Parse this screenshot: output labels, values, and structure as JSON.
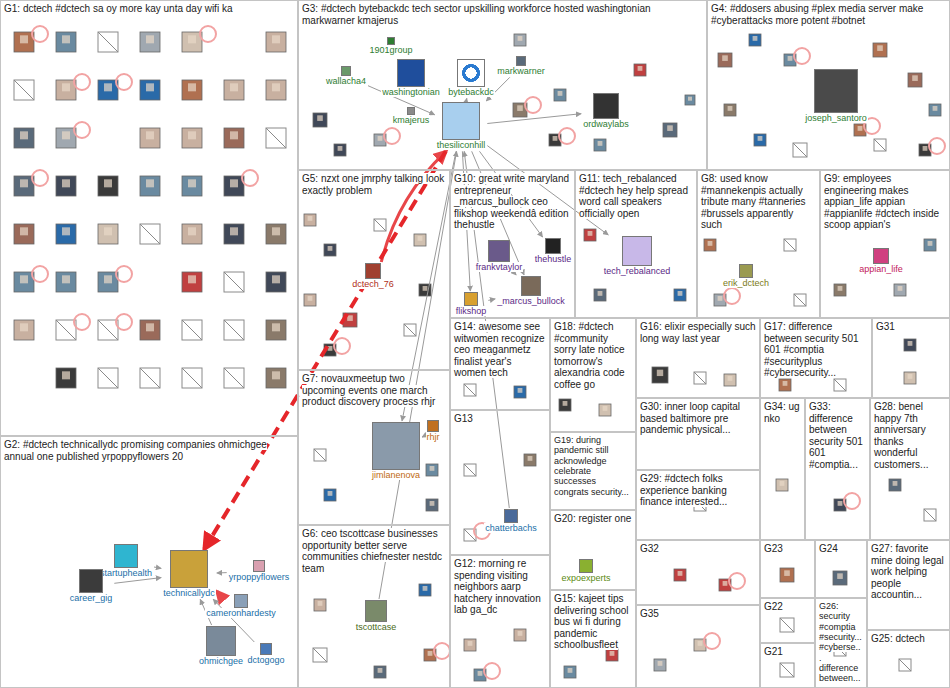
{
  "diagram": {
    "nodes": [
      {
        "text": [
          "G1: dctech #dctech sa oy more kay unta day wifi ka"
        ]
      },
      {
        "text": [
          "G2: #dctech technicallydc promising companies ohmichgee annual one published yrpoppyflowers 20"
        ]
      },
      {
        "text": [
          "startuphealth"
        ],
        "in": 1
      },
      {
        "text": [
          "career_gig"
        ],
        "in": 1
      },
      {
        "text": [
          "technicallydc"
        ],
        "in": 1
      },
      {
        "text": [
          "cameronhardesty"
        ],
        "in": 1
      },
      {
        "text": [
          "yrpoppyflowers"
        ],
        "in": 1
      },
      {
        "text": [
          "dctogogo"
        ],
        "in": 1
      },
      {
        "text": [
          "ohmichgee"
        ],
        "in": 1
      },
      {
        "text": [
          "G3: #dctech bytebackdc tech sector upskilling workforce hosted washingtonian markwarner kmajerus"
        ]
      },
      {
        "text": [
          "1901group"
        ],
        "in": 9
      },
      {
        "text": [
          "wallacha4"
        ],
        "in": 9
      },
      {
        "text": [
          "washingtonian"
        ],
        "in": 9
      },
      {
        "text": [
          "bytebackdc"
        ],
        "in": 9
      },
      {
        "text": [
          "kmajerus"
        ],
        "in": 9
      },
      {
        "text": [
          "markwarner"
        ],
        "in": 9
      },
      {
        "text": [
          "thesiliconhill"
        ],
        "in": 9
      },
      {
        "text": [
          "ordwaylabs"
        ],
        "in": 9
      },
      {
        "text": [
          "G4: #ddosers abusing #plex media server make #cyberattacks more potent #botnet"
        ]
      },
      {
        "text": [
          "joseph_santoro"
        ],
        "in": 18
      },
      {
        "text": [
          "G5: nzxt one jmrphy talking look exactly problem"
        ]
      },
      {
        "text": [
          "dctech_76"
        ],
        "in": 20
      },
      {
        "text": [
          "G10: great write maryland entrepreneur _marcus_bullock ceo flikshop weekendâ edition thehustle"
        ]
      },
      {
        "text": [
          "frankvtaylor"
        ],
        "in": 22
      },
      {
        "text": [
          "thehustle"
        ],
        "in": 22
      },
      {
        "text": [
          "_marcus_bullock"
        ],
        "in": 22
      },
      {
        "text": [
          "flikshop"
        ],
        "in": 22
      },
      {
        "text": [
          "G11: tech_rebalanced #dctech hey help spread word call speakers officially open"
        ]
      },
      {
        "text": [
          "tech_rebalanced"
        ],
        "in": 27
      },
      {
        "text": [
          "G8: used know #mannekenpis actually tribute many #tanneries #brussels apparently such"
        ]
      },
      {
        "text": [
          "erik_dctech"
        ],
        "in": 29
      },
      {
        "text": [
          "G9: employees engineering makes appian_life appian #appianlife #dctech inside scoop appian's"
        ]
      },
      {
        "text": [
          "appian_life"
        ],
        "in": 31
      },
      {
        "text": [
          "G14: awesome see witwomen recognize ceo meaganmetz finalist year's women tech"
        ]
      },
      {
        "text": [
          "G18: #dctech #community sorry late notice tomorrow's alexandria code coffee go"
        ]
      },
      {
        "text": [
          "G16: elixir especially such long way last year"
        ]
      },
      {
        "text": [
          "G17: difference between security 501 601 #comptia #securityplus #cybersecurity..."
        ]
      },
      {
        "text": [
          "G31"
        ]
      },
      {
        "text": [
          "G7: novauxmeetup two upcoming events one march product discovery process rhjr"
        ]
      },
      {
        "text": [
          "jimlanenova"
        ],
        "in": 38
      },
      {
        "text": [
          "rhjr"
        ],
        "in": 38
      },
      {
        "text": [
          "G13"
        ]
      },
      {
        "text": [
          "chatterbachs"
        ],
        "in": 41
      },
      {
        "text": [
          "G19: during pandemic still acknowledge celebrate successes congrats security..."
        ]
      },
      {
        "text": [
          "G30: inner loop capital based baltimore pre pandemic physical..."
        ]
      },
      {
        "text": [
          "G34: ug nko"
        ]
      },
      {
        "text": [
          "G33: difference between security 501 601 #comptia..."
        ]
      },
      {
        "text": [
          "G28: benel happy 7th anniversary thanks wonderful customers..."
        ]
      },
      {
        "text": [
          "G6: ceo tscottcase businesses opportunity better serve communities chiefnester nestdc team"
        ]
      },
      {
        "text": [
          "tscottcase"
        ],
        "in": 48
      },
      {
        "text": [
          "G29: #dctech folks experience banking finance interested..."
        ]
      },
      {
        "text": [
          "G20: register one"
        ]
      },
      {
        "text": [
          "expoexperts"
        ],
        "in": 51
      },
      {
        "text": [
          "G23"
        ]
      },
      {
        "text": [
          "G24"
        ]
      },
      {
        "text": [
          "G27: favorite mine doing legal work helping people accountin..."
        ]
      },
      {
        "text": [
          "G12: morning re spending visiting neighbors aarp hatchery innovation lab ga_dc"
        ]
      },
      {
        "text": [
          "G15: kajeet tips delivering school bus wi fi during pandemic schoolbusfleet"
        ]
      },
      {
        "text": [
          "G32"
        ]
      },
      {
        "text": [
          "G22"
        ]
      },
      {
        "text": [
          "G26: security #comptia #security... #cyberse... difference between..."
        ]
      },
      {
        "text": [
          "G35"
        ]
      },
      {
        "text": [
          "G21"
        ]
      },
      {
        "text": [
          "G25: dctech"
        ]
      }
    ],
    "edges": [
      {
        "from": 16,
        "to": 4,
        "arrow": "to"
      },
      {
        "from": 5,
        "to": 4,
        "arrow": "to"
      },
      {
        "from": 21,
        "to": 16,
        "arrow": "to"
      },
      {
        "from": 16,
        "to": 25,
        "arrow": "to"
      },
      {
        "from": 16,
        "to": 26,
        "arrow": "to"
      },
      {
        "from": 16,
        "to": 24,
        "arrow": "to"
      },
      {
        "from": 16,
        "to": 39,
        "arrow": "to"
      },
      {
        "from": 16,
        "to": 17,
        "arrow": "to"
      },
      {
        "from": 16,
        "to": 13,
        "arrow": "to"
      },
      {
        "from": 16,
        "to": 28,
        "arrow": "to"
      },
      {
        "from": 2,
        "to": 4,
        "arrow": "to"
      },
      {
        "from": 3,
        "to": 4,
        "arrow": "to"
      },
      {
        "from": 8,
        "to": 4,
        "arrow": "to"
      },
      {
        "from": 7,
        "to": 4,
        "arrow": "to"
      },
      {
        "from": 6,
        "to": 4,
        "arrow": "to"
      },
      {
        "from": 26,
        "to": 25,
        "arrow": "to"
      },
      {
        "from": 23,
        "to": 25,
        "arrow": "to"
      },
      {
        "from": 40,
        "to": 39,
        "arrow": "to"
      },
      {
        "from": 49,
        "to": 16,
        "arrow": "to"
      },
      {
        "from": 42,
        "to": 16,
        "arrow": "to"
      },
      {
        "from": 11,
        "to": 16,
        "arrow": "to"
      },
      {
        "from": 15,
        "to": 16,
        "arrow": "to"
      }
    ]
  }
}
